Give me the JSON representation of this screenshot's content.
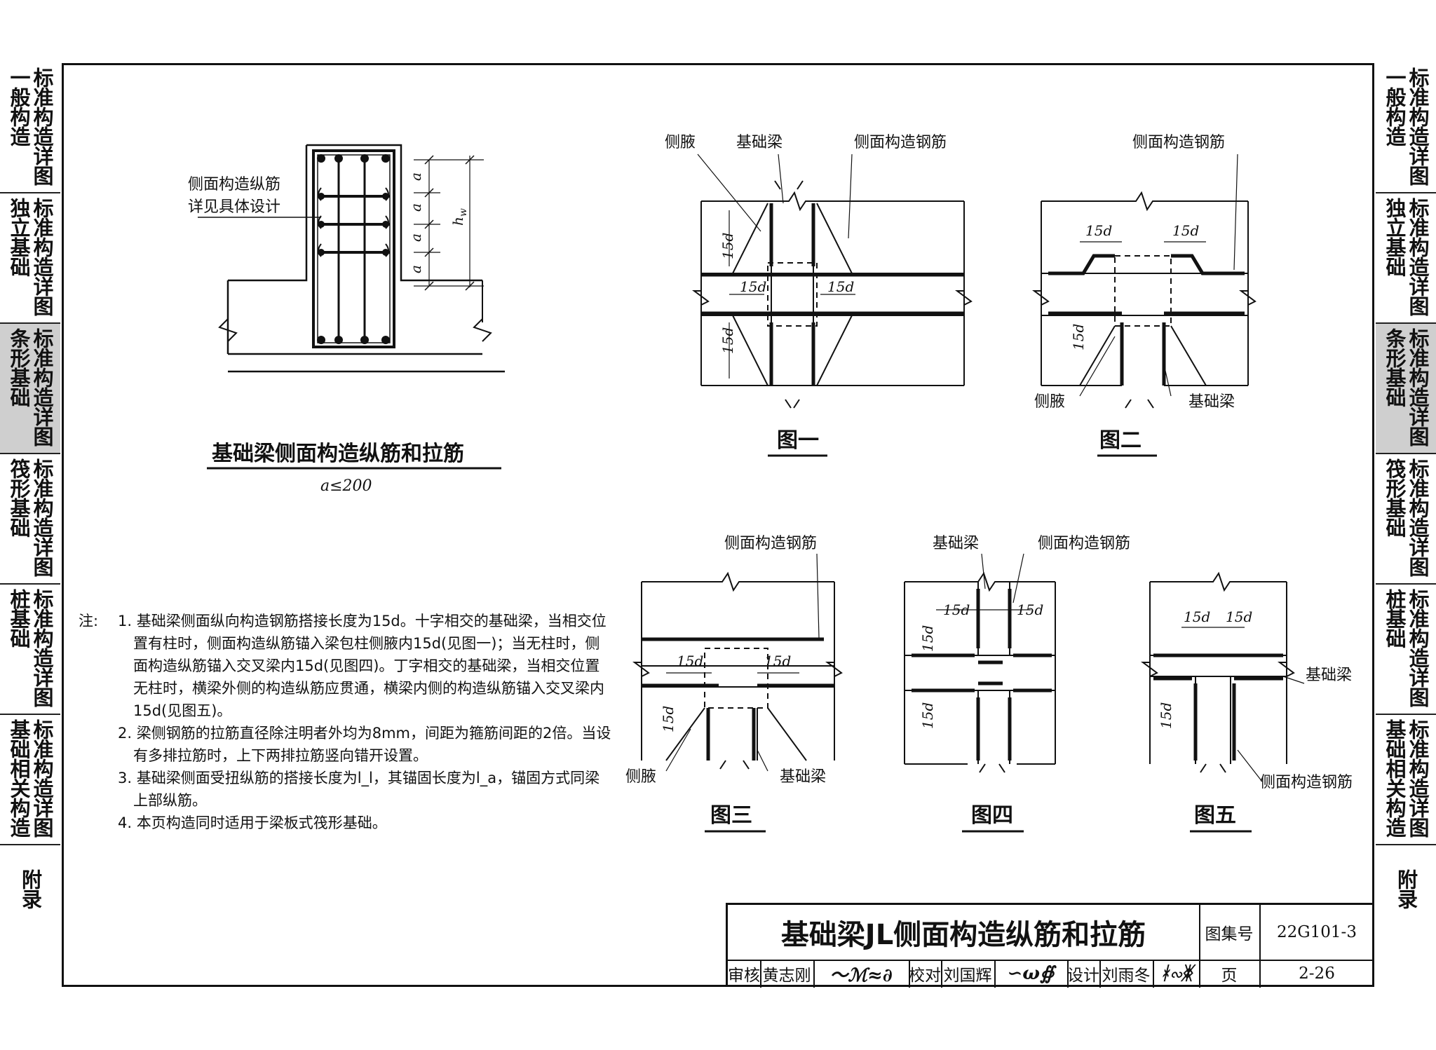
{
  "side_tabs": [
    {
      "col1": "标准构造详图",
      "col2": "一般构造",
      "active": false
    },
    {
      "col1": "标准构造详图",
      "col2": "独立基础",
      "active": false
    },
    {
      "col1": "标准构造详图",
      "col2": "条形基础",
      "active": true
    },
    {
      "col1": "标准构造详图",
      "col2": "筏形基础",
      "active": false
    },
    {
      "col1": "标准构造详图",
      "col2": "桩基础",
      "active": false
    },
    {
      "col1": "标准构造详图",
      "col2": "基础相关构造",
      "active": false
    },
    {
      "col1": "附录",
      "col2": "",
      "active": false
    }
  ],
  "section_detail": {
    "callout_line1": "侧面构造纵筋",
    "callout_line2": "详见具体设计",
    "dim_a": "a",
    "dim_hw": "h",
    "dim_hw_sub": "w",
    "title": "基础梁侧面构造纵筋和拉筋",
    "subtitle": "a≤200"
  },
  "fig1": {
    "caption": "图一",
    "label_haunch": "侧腋",
    "label_beam": "基础梁",
    "label_rebar": "侧面构造钢筋",
    "dim": "15d"
  },
  "fig2": {
    "caption": "图二",
    "label_rebar": "侧面构造钢筋",
    "label_haunch": "侧腋",
    "label_beam": "基础梁",
    "dim": "15d"
  },
  "fig3": {
    "caption": "图三",
    "label_rebar": "侧面构造钢筋",
    "label_haunch": "侧腋",
    "label_beam": "基础梁",
    "dim": "15d"
  },
  "fig4": {
    "caption": "图四",
    "label_beam": "基础梁",
    "label_rebar": "侧面构造钢筋",
    "dim": "15d"
  },
  "fig5": {
    "caption": "图五",
    "label_beam": "基础梁",
    "label_rebar": "侧面构造钢筋",
    "dim": "15d"
  },
  "notes": {
    "head": "注:",
    "items": [
      "1. 基础梁侧面纵向构造钢筋搭接长度为15d。十字相交的基础梁，当相交位置有柱时，侧面构造纵筋锚入梁包柱侧腋内15d(见图一)；当无柱时，侧面构造纵筋锚入交叉梁内15d(见图四)。丁字相交的基础梁，当相交位置无柱时，横梁外侧的构造纵筋应贯通，横梁内侧的构造纵筋锚入交叉梁内15d(见图五)。",
      "2. 梁侧钢筋的拉筋直径除注明者外均为8mm，间距为箍筋间距的2倍。当设有多排拉筋时，上下两排拉筋竖向错开设置。",
      "3. 基础梁侧面受扭纵筋的搭接长度为l_l，其锚固长度为l_a，锚固方式同梁上部纵筋。",
      "4. 本页构造同时适用于梁板式筏形基础。"
    ]
  },
  "title_block": {
    "title": "基础梁JL侧面构造纵筋和拉筋",
    "atlas_label": "图集号",
    "atlas_no": "22G101-3",
    "review_label": "审核",
    "reviewer": "黄志刚",
    "check_label": "校对",
    "checker": "刘国辉",
    "design_label": "设计",
    "designer": "刘雨冬",
    "page_label": "页",
    "page_no": "2-26"
  }
}
